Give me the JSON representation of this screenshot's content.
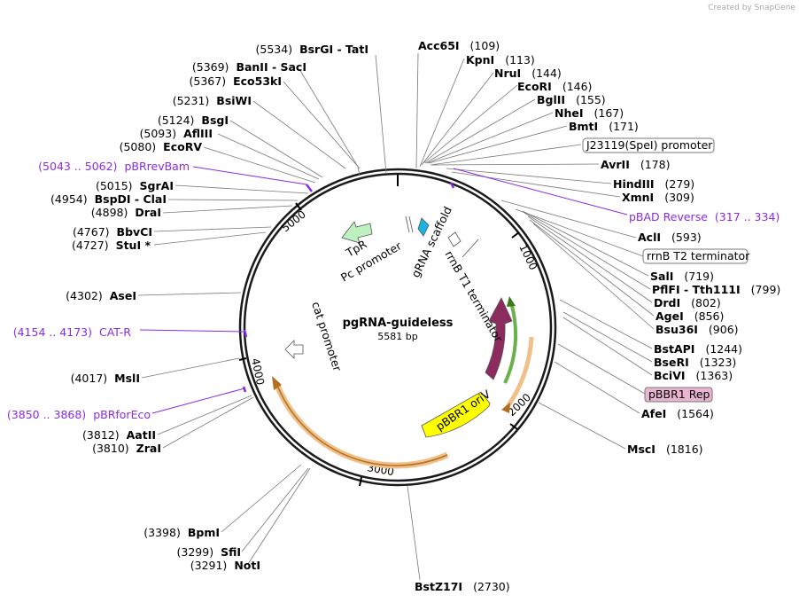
{
  "plasmid": {
    "name": "pgRNA-guideless",
    "length": "5581 bp"
  },
  "credit": "Created by SnapGene",
  "ticks": [
    "1000",
    "2000",
    "3000",
    "4000",
    "5000"
  ],
  "enzymes": [
    {
      "pos": "(5534)",
      "name": "BsrGI - TatI"
    },
    {
      "pos": "(5369)",
      "name": "BanII - SacI"
    },
    {
      "pos": "(5367)",
      "name": "Eco53kI"
    },
    {
      "pos": "(5231)",
      "name": "BsiWI"
    },
    {
      "pos": "(5124)",
      "name": "BsgI"
    },
    {
      "pos": "(5093)",
      "name": "AflIII"
    },
    {
      "pos": "(5080)",
      "name": "EcoRV"
    },
    {
      "pos": "(5015)",
      "name": "SgrAI"
    },
    {
      "pos": "(4954)",
      "name": "BspDI - ClaI"
    },
    {
      "pos": "(4898)",
      "name": "DraI"
    },
    {
      "pos": "(4767)",
      "name": "BbvCI"
    },
    {
      "pos": "(4727)",
      "name": "StuI *"
    },
    {
      "pos": "(4302)",
      "name": "AseI"
    },
    {
      "pos": "(4017)",
      "name": "MslI"
    },
    {
      "pos": "(3812)",
      "name": "AatII"
    },
    {
      "pos": "(3810)",
      "name": "ZraI"
    },
    {
      "pos": "(3398)",
      "name": "BpmI"
    },
    {
      "pos": "(3299)",
      "name": "SfiI"
    },
    {
      "pos": "(3291)",
      "name": "NotI"
    },
    {
      "pos": "(2730)",
      "name": "BstZ17I"
    },
    {
      "pos": "(109)",
      "name": "Acc65I"
    },
    {
      "pos": "(113)",
      "name": "KpnI"
    },
    {
      "pos": "(144)",
      "name": "NruI"
    },
    {
      "pos": "(146)",
      "name": "EcoRI"
    },
    {
      "pos": "(155)",
      "name": "BglII"
    },
    {
      "pos": "(167)",
      "name": "NheI"
    },
    {
      "pos": "(171)",
      "name": "BmtI"
    },
    {
      "pos": "(178)",
      "name": "AvrII"
    },
    {
      "pos": "(279)",
      "name": "HindIII"
    },
    {
      "pos": "(309)",
      "name": "XmnI"
    },
    {
      "pos": "(593)",
      "name": "AclI"
    },
    {
      "pos": "(719)",
      "name": "SalI"
    },
    {
      "pos": "(799)",
      "name": "PflFI - Tth111I"
    },
    {
      "pos": "(802)",
      "name": "DrdI"
    },
    {
      "pos": "(856)",
      "name": "AgeI"
    },
    {
      "pos": "(906)",
      "name": "Bsu36I"
    },
    {
      "pos": "(1244)",
      "name": "BstAPI"
    },
    {
      "pos": "(1323)",
      "name": "BseRI"
    },
    {
      "pos": "(1363)",
      "name": "BciVI"
    },
    {
      "pos": "(1564)",
      "name": "AfeI"
    },
    {
      "pos": "(1816)",
      "name": "MscI"
    }
  ],
  "primers": [
    {
      "range": "(5043 .. 5062)",
      "name": "pBRrevBam"
    },
    {
      "range": "(4154 .. 4173)",
      "name": "CAT-R"
    },
    {
      "range": "(3850 .. 3868)",
      "name": "pBRforEco"
    },
    {
      "range": "(317 .. 334)",
      "name": "pBAD Reverse"
    }
  ],
  "boxed_features": [
    "J23119(SpeI) promoter",
    "rrnB T2 terminator",
    "pBBR1 Rep"
  ],
  "inner_features": [
    "TpR",
    "Pc promoter",
    "gRNA scaffold",
    "rrnB T1 terminator",
    "pBBR1 oriV",
    "cat promoter"
  ],
  "colors": {
    "primer": "#8a2be2",
    "rep_box": "#e8b4cf",
    "oriV": "#ffff00",
    "rep_arrow": "#8b2b5e",
    "cds_orange": "#f0c08a",
    "term_green": "#6ab04c",
    "tpr": "#bff0c0",
    "grna": "#1ab3e6"
  }
}
